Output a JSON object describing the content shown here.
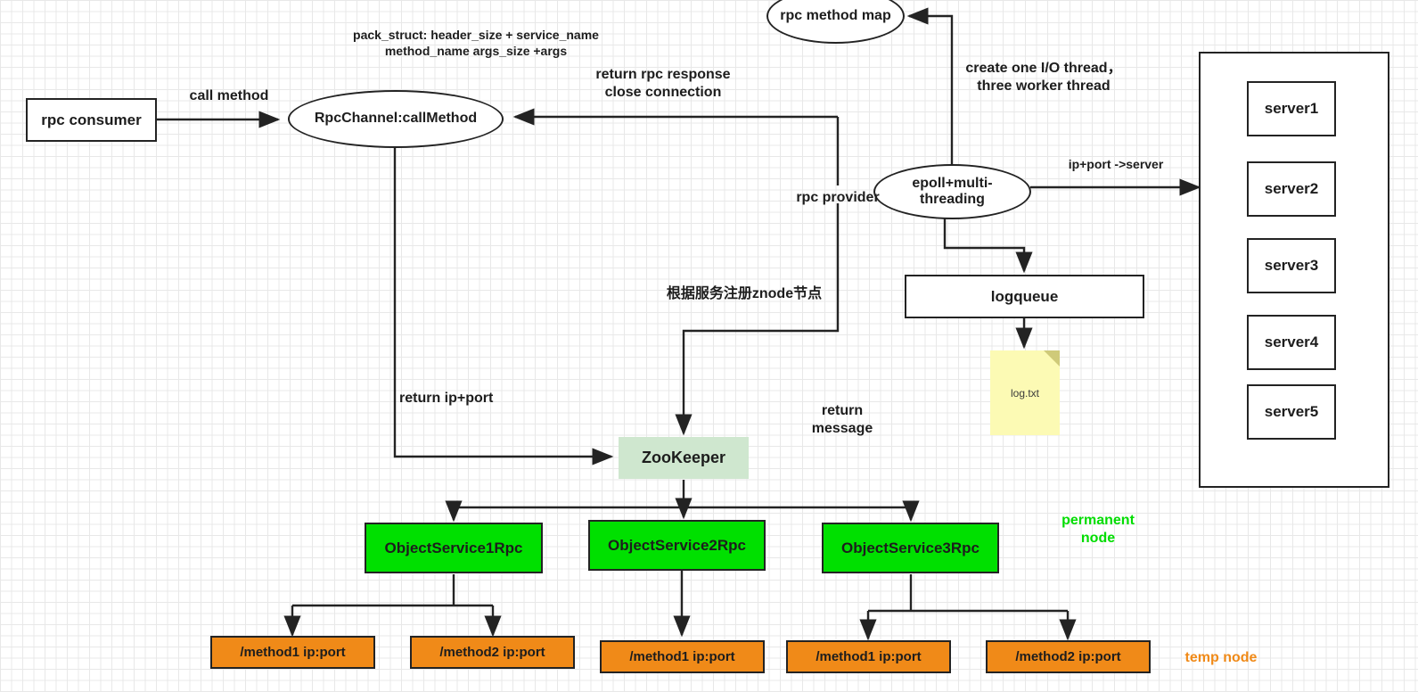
{
  "diagram": {
    "title": "RPC framework architecture",
    "colors": {
      "service_green": "#00e000",
      "method_orange": "#f08a18",
      "zookeeper_green": "#cfe7cf",
      "note_yellow": "#fcfab4",
      "stroke": "#232323"
    }
  },
  "nodes": {
    "rpc_consumer": "rpc consumer",
    "rpc_channel": "RpcChannel:callMethod",
    "rpc_method_map": "rpc method map",
    "epoll": "epoll+multi-\nthreading",
    "logqueue": "logqueue",
    "log_file": "log.txt",
    "zookeeper": "ZooKeeper"
  },
  "services": [
    {
      "label": "ObjectService1Rpc"
    },
    {
      "label": "ObjectService2Rpc"
    },
    {
      "label": "ObjectService3Rpc"
    }
  ],
  "methods": [
    {
      "label": "/method1 ip:port"
    },
    {
      "label": "/method2 ip:port"
    },
    {
      "label": "/method1 ip:port"
    },
    {
      "label": "/method1 ip:port"
    },
    {
      "label": "/method2 ip:port"
    }
  ],
  "servers": {
    "items": [
      "server1",
      "server2",
      "server3",
      "server4",
      "server5"
    ]
  },
  "labels": {
    "pack_struct": "pack_struct: header_size + service_name\nmethod_name args_size +args",
    "call_method": "call method",
    "return_rpc_response": "return rpc response\nclose connection",
    "create_threads": "create one I/O thread，\nthree worker thread",
    "ip_port_server": "ip+port ->server",
    "rpc_provider": "rpc provider",
    "znode_register": "根据服务注册znode节点",
    "return_ip_port": "return ip+port",
    "return_message": "return\nmessage",
    "permanent_node": "permanent\nnode",
    "temp_node": "temp node"
  }
}
